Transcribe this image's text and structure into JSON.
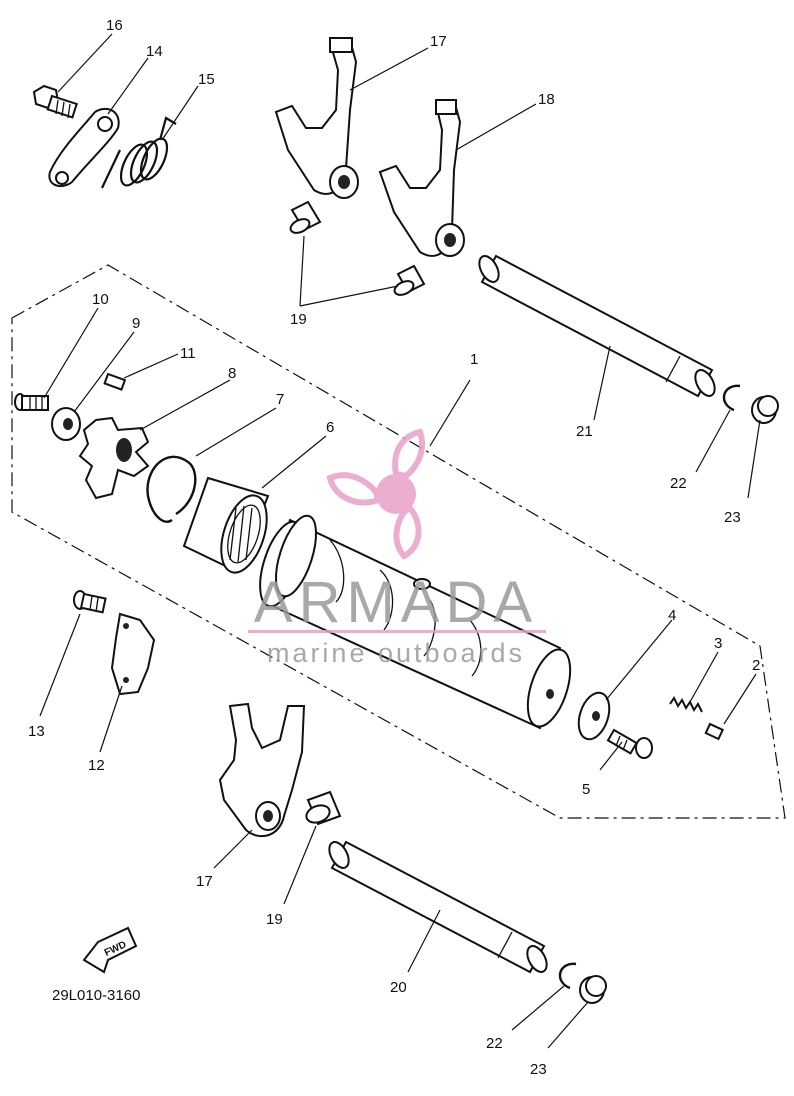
{
  "diagram": {
    "code": "29L010-3160",
    "fwd_label": "FWD",
    "watermark": {
      "brand": "ARMADA",
      "tagline": "marine outboards",
      "color_pink": "#e8a0c8",
      "color_gray": "#9a9a9a"
    },
    "callouts": [
      "1",
      "2",
      "3",
      "4",
      "5",
      "6",
      "7",
      "8",
      "9",
      "10",
      "11",
      "12",
      "13",
      "14",
      "15",
      "16",
      "17",
      "18",
      "19",
      "20",
      "21",
      "22",
      "23"
    ]
  }
}
